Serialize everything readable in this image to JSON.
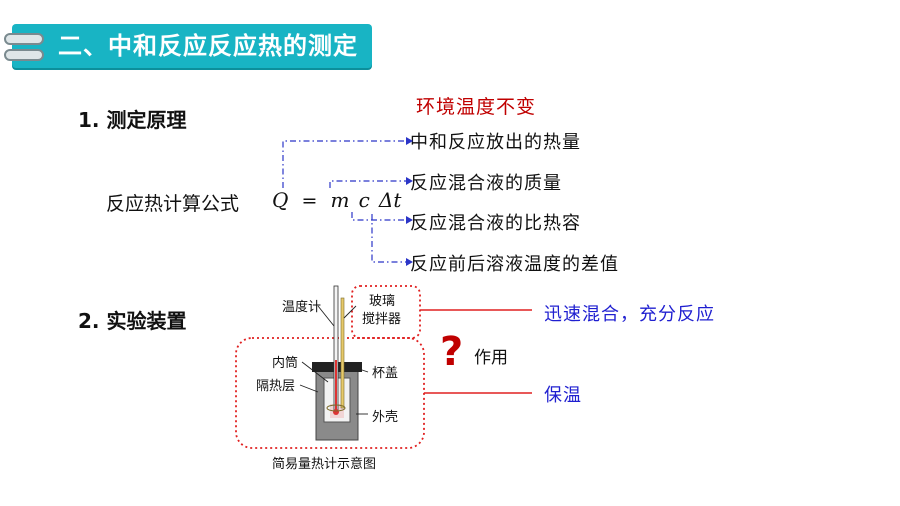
{
  "section": {
    "title": "二、中和反应反应热的测定"
  },
  "principle": {
    "heading": "1.  测定原理",
    "note": "环境温度不变",
    "formula_label": "反应热计算公式",
    "formula": {
      "Q": "Q",
      "eq": "=",
      "m": "m",
      "c": "c",
      "dt": "Δt"
    },
    "items": [
      "中和反应放出的热量",
      "反应混合液的质量",
      "反应混合液的比热容",
      "反应前后溶液温度的差值"
    ]
  },
  "apparatus": {
    "heading": "2.  实验装置",
    "labels": {
      "thermometer": "温度计",
      "stirrer_1": "玻璃",
      "stirrer_2": "搅拌器",
      "inner": "内筒",
      "insulation": "隔热层",
      "lid": "杯盖",
      "shell": "外壳",
      "caption": "简易量热计示意图"
    },
    "question_mark": "?",
    "function_label": "作用",
    "purpose_stirrer": "迅速混合，充分反应",
    "purpose_box": "保温"
  },
  "colors": {
    "header": "#18b4c4",
    "red": "#c00000",
    "blue": "#1f1fd0",
    "dash": "#2b35c8"
  }
}
